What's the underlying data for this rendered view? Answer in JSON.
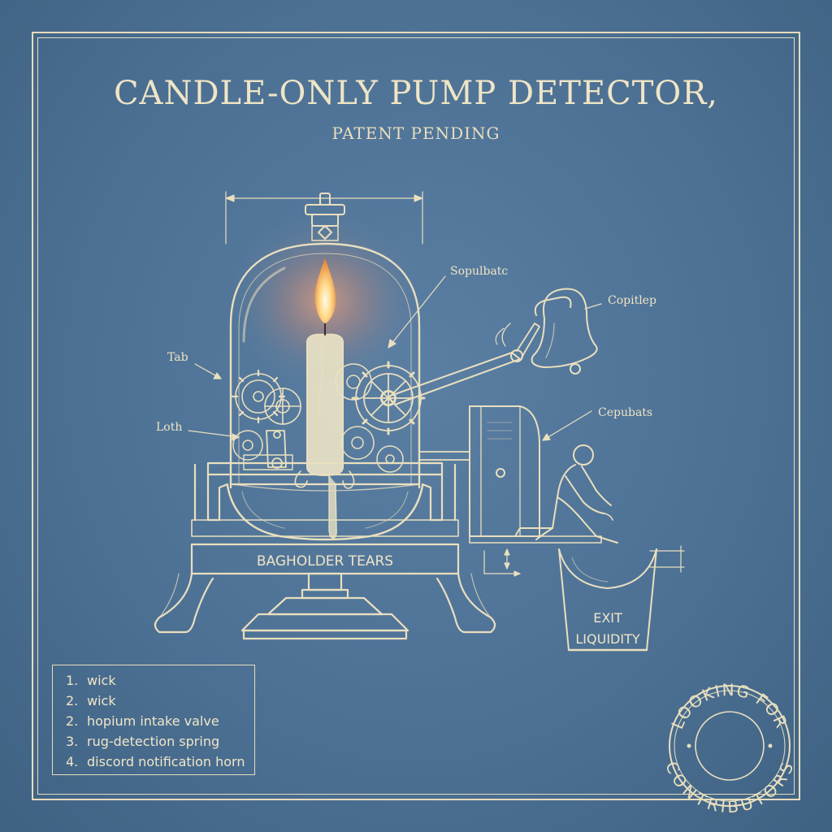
{
  "title": "CANDLE-ONLY PUMP DETECTOR,",
  "subtitle": "PATENT PENDING",
  "callouts": {
    "top_right": "Sopulbatc",
    "bell": "Copitlep",
    "tab": "Tab",
    "left_lower": "Loth",
    "right_side": "Cepubats"
  },
  "base_plate_label": "BAGHOLDER TEARS",
  "bucket_label_line1": "EXIT",
  "bucket_label_line2": "LIQUIDITY",
  "legend": [
    {
      "num": "1.",
      "text": "wick"
    },
    {
      "num": "2.",
      "text": "wick"
    },
    {
      "num": "2.",
      "text": "hopium intake valve"
    },
    {
      "num": "3.",
      "text": "rug-detection spring"
    },
    {
      "num": "4.",
      "text": "discord notification horn"
    }
  ],
  "stamp": {
    "top_text": "LOOKING FOR",
    "bottom_text": "CONTRIBUTORS"
  },
  "colors": {
    "background": "#4d7194",
    "ink": "#ede3c4",
    "flame": "#ffcf73",
    "glow": "#e8906a"
  }
}
